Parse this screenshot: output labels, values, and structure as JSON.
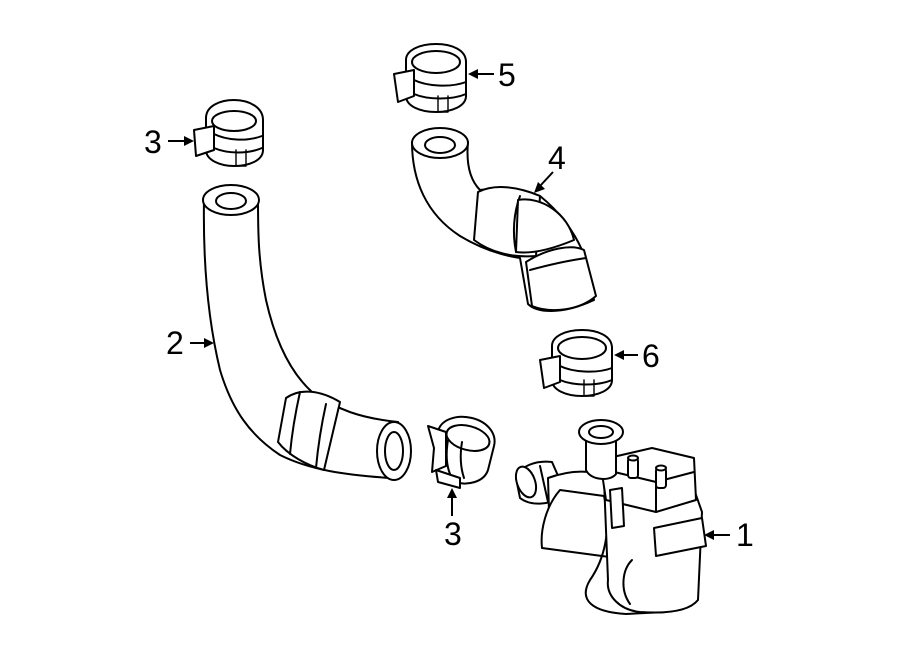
{
  "callouts": {
    "c1": "1",
    "c2": "2",
    "c3a": "3",
    "c3b": "3",
    "c4": "4",
    "c5": "5",
    "c6": "6"
  }
}
